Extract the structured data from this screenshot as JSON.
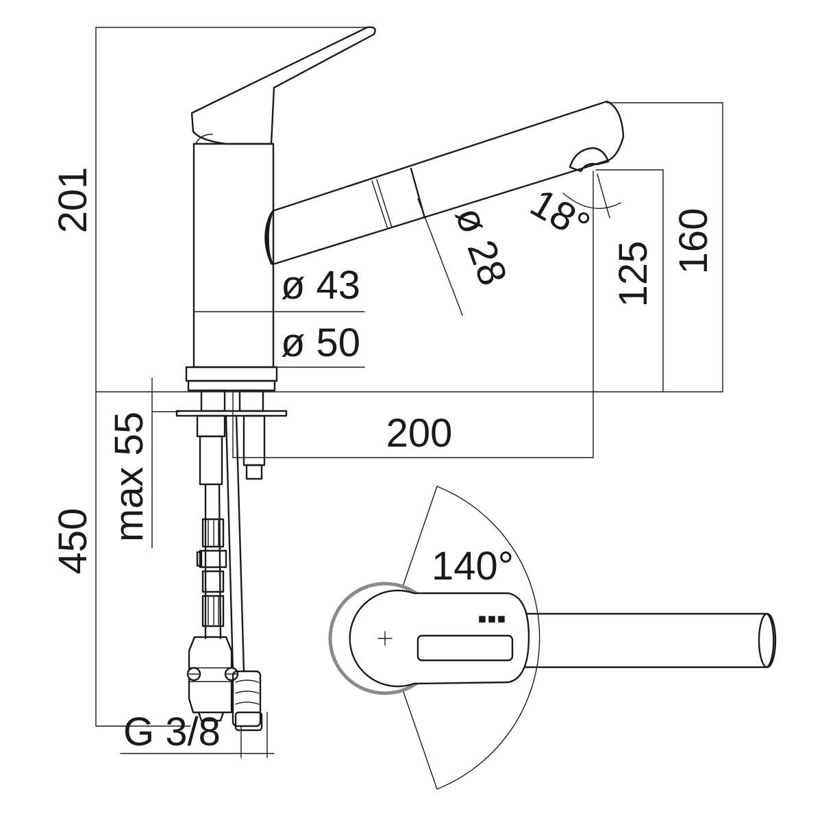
{
  "diagram": {
    "labels": {
      "total_height": "201",
      "body_diameter": "ø 43",
      "base_diameter": "ø 50",
      "spout_diameter": "ø 28",
      "spout_angle": "18°",
      "outlet_height": "125",
      "spout_top_height": "160",
      "spout_reach": "200",
      "max_deck_thickness": "max 55",
      "hose_length": "450",
      "connection_thread": "G 3/8",
      "swivel_angle": "140°"
    }
  }
}
